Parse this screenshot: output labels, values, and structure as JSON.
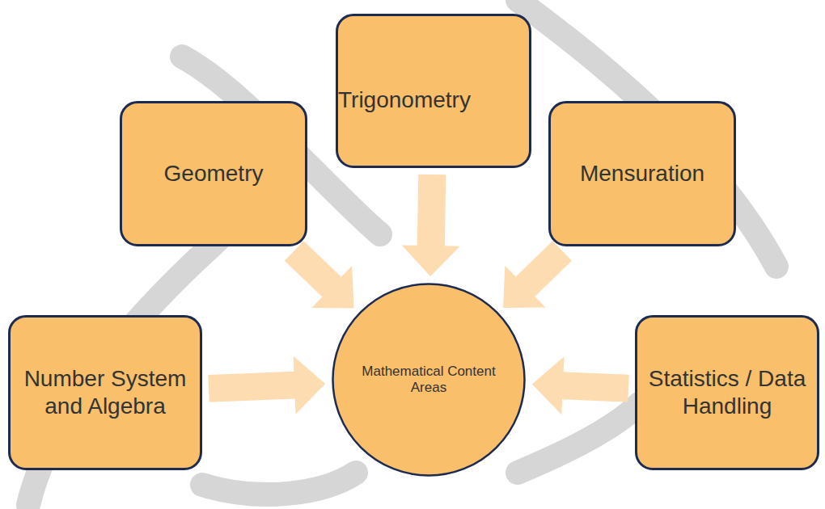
{
  "diagram": {
    "nodes": [
      {
        "text": [
          "Trigonometry"
        ]
      },
      {
        "text": [
          "Geometry"
        ]
      },
      {
        "text": [
          "Mensuration"
        ]
      },
      {
        "text": [
          "Number System and Algebra"
        ]
      },
      {
        "text": [
          "Mathematical Content Areas"
        ]
      },
      {
        "text": [
          "Statistics / Data Handling"
        ]
      }
    ],
    "edges": [
      {
        "from": 1,
        "to": 4,
        "arrow": "to"
      },
      {
        "from": 0,
        "to": 4,
        "arrow": "to"
      },
      {
        "from": 2,
        "to": 4,
        "arrow": "to"
      },
      {
        "from": 3,
        "to": 4,
        "arrow": "to"
      },
      {
        "from": 5,
        "to": 4,
        "arrow": "to"
      }
    ]
  }
}
